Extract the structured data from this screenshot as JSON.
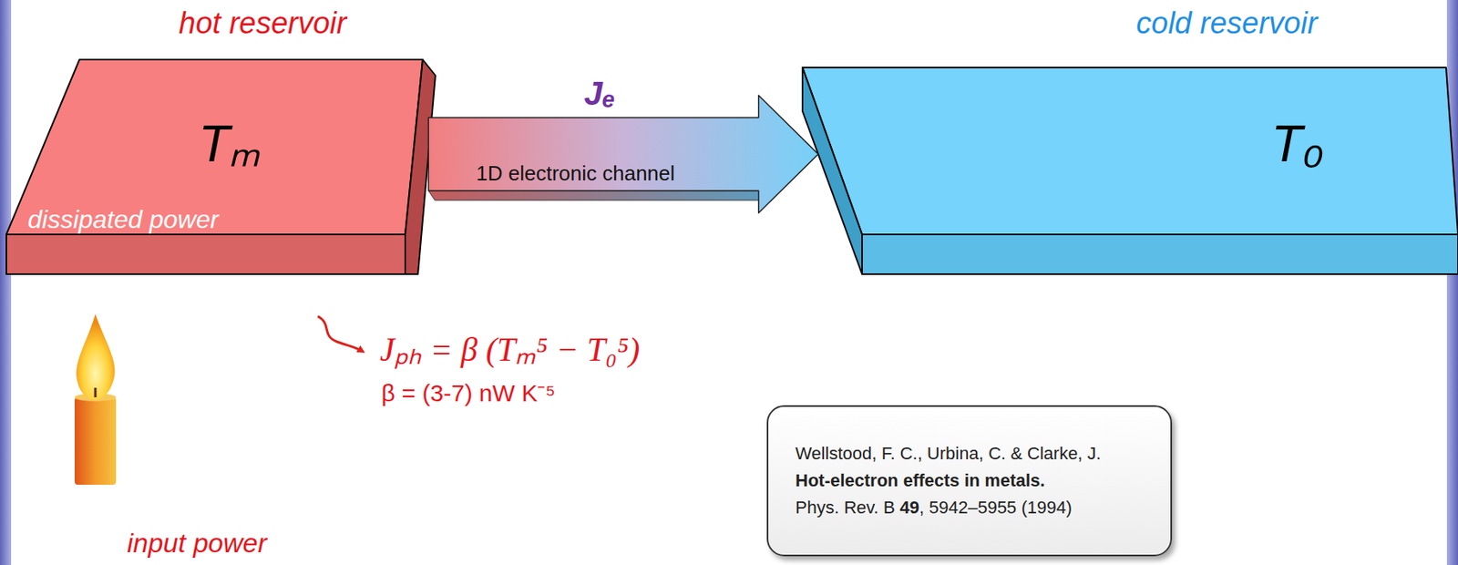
{
  "diagram": {
    "nodes": [
      {
        "text": [
          "hot reservoir",
          "Tₘ",
          "dissipated power"
        ]
      },
      {
        "text": [
          "cold reservoir",
          "T₀"
        ]
      },
      {
        "text": [
          "Wellstood, F. C., Urbina, C. & Clarke, J.",
          "Hot-electron effects in metals.",
          "Phys. Rev. B",
          "49",
          ", 5942–5955 (1994)"
        ]
      }
    ],
    "edges": [
      {
        "from": 0,
        "to": 1,
        "arrow": "to",
        "label": "1D electronic channel"
      }
    ],
    "labels": [
      "Jₑ",
      "Jₚₕ = β (Tₘ⁵ − T₀⁵)",
      "β = (3-7) nW K⁻⁵",
      "input power"
    ]
  }
}
